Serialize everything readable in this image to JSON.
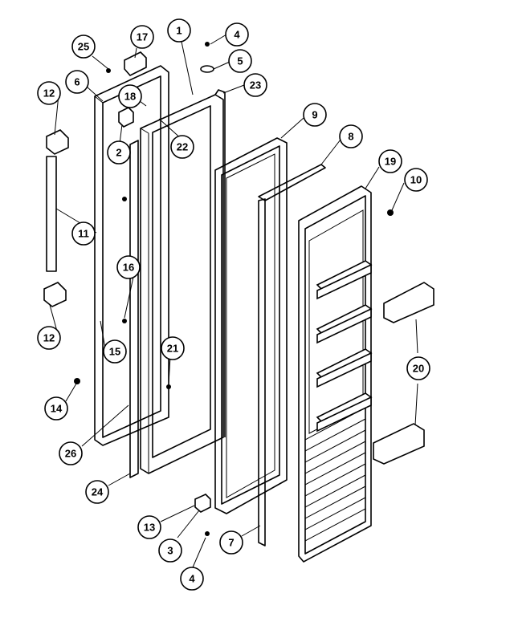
{
  "callouts": [
    {
      "label": "25"
    },
    {
      "label": "17"
    },
    {
      "label": "1"
    },
    {
      "label": "4"
    },
    {
      "label": "5"
    },
    {
      "label": "23"
    },
    {
      "label": "12"
    },
    {
      "label": "6"
    },
    {
      "label": "18"
    },
    {
      "label": "2"
    },
    {
      "label": "22"
    },
    {
      "label": "9"
    },
    {
      "label": "8"
    },
    {
      "label": "19"
    },
    {
      "label": "10"
    },
    {
      "label": "11"
    },
    {
      "label": "16"
    },
    {
      "label": "12"
    },
    {
      "label": "15"
    },
    {
      "label": "21"
    },
    {
      "label": "20"
    },
    {
      "label": "14"
    },
    {
      "label": "26"
    },
    {
      "label": "24"
    },
    {
      "label": "13"
    },
    {
      "label": "3"
    },
    {
      "label": "7"
    },
    {
      "label": "4"
    }
  ]
}
